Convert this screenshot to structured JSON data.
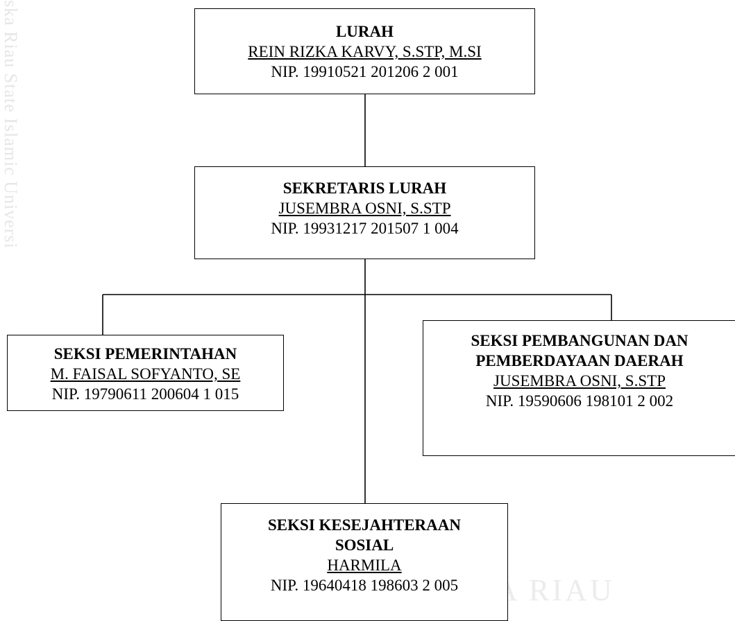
{
  "watermark": {
    "side": "ska Riau   State Islamic Universi",
    "bottom": "UIN SUSKA RIAU"
  },
  "org": {
    "lurah": {
      "title": "LURAH",
      "name": "REIN RIZKA KARVY, S.STP, M.SI",
      "nip": "NIP. 19910521 201206 2 001"
    },
    "sekretaris": {
      "title": "SEKRETARIS LURAH",
      "name": "JUSEMBRA OSNI, S.STP",
      "nip": "NIP. 19931217 201507 1 004"
    },
    "pemerintahan": {
      "title": "SEKSI PEMERINTAHAN",
      "name": "M. FAISAL SOFYANTO, SE",
      "nip": "NIP. 19790611 200604 1 015"
    },
    "pembangunan": {
      "title_line1": "SEKSI PEMBANGUNAN DAN",
      "title_line2": "PEMBERDAYAAN DAERAH",
      "name": "JUSEMBRA OSNI, S.STP",
      "nip": "NIP. 19590606 198101 2 002"
    },
    "kesejahteraan": {
      "title_line1": "SEKSI KESEJAHTERAAN",
      "title_line2": "SOSIAL",
      "name": "HARMILA",
      "nip": "NIP. 19640418 198603 2 005"
    }
  }
}
